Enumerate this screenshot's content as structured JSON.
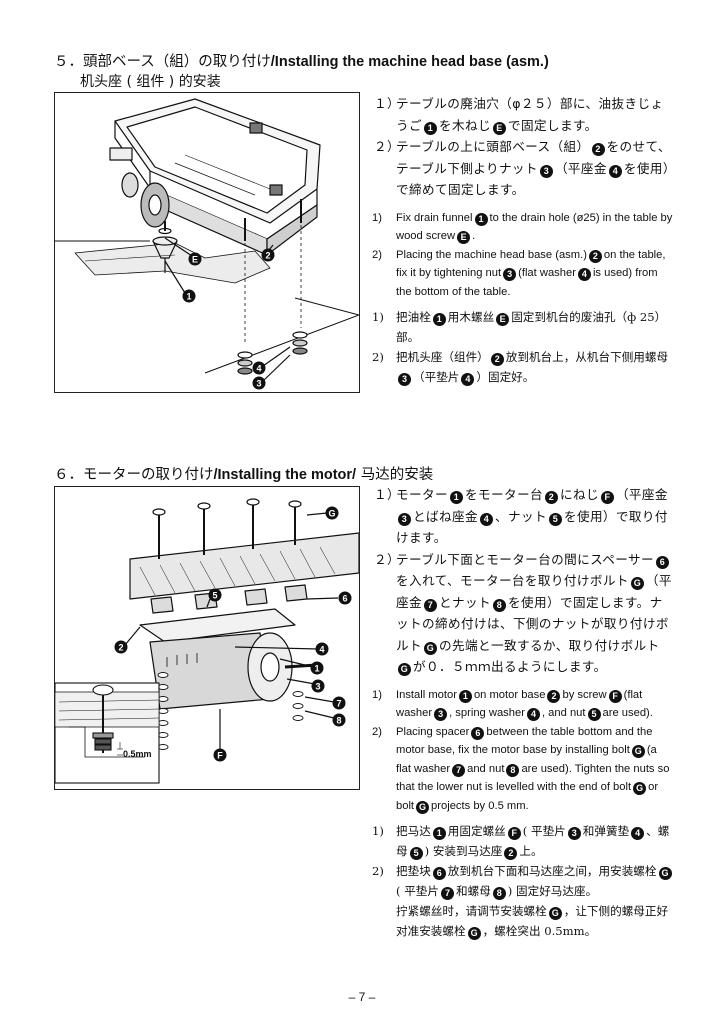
{
  "section5": {
    "title_jp": "５．頭部ベース（組）の取り付け",
    "title_en": "/Installing the machine head base (asm.)",
    "title_cn": "机头座 ( 组件 ) 的安装",
    "jp": {
      "i1_num": "１）",
      "i1_a": "テーブルの廃油穴（φ２５）部に、油抜きじょうご",
      "i1_b": "を木ねじ",
      "i1_c": "で固定します。",
      "i2_num": "２）",
      "i2_a": "テーブルの上に頭部ベース（組）",
      "i2_b": "をのせて、テーブル下側よりナット",
      "i2_c": "（平座金",
      "i2_d": "を使用）で締めて固定します。"
    },
    "en": {
      "i1_num": "1)",
      "i1_a": "Fix drain funnel",
      "i1_b": "to the drain hole (ø25) in the table by wood screw",
      "i1_c": ".",
      "i2_num": "2)",
      "i2_a": "Placing the machine head base (asm.)",
      "i2_b": "on the table, fix it by tightening nut",
      "i2_c": "(flat washer",
      "i2_d": "is used) from the bottom of the table."
    },
    "cn": {
      "i1_num": "1)",
      "i1_a": "把油栓",
      "i1_b": "用木螺丝",
      "i1_c": "固定到机台的废油孔（ф 25）部。",
      "i2_num": "2)",
      "i2_a": "把机头座（组件）",
      "i2_b": "放到机台上，从机台下侧用螺母",
      "i2_c": "（平垫片",
      "i2_d": "）固定好。"
    },
    "figure_labels": {
      "l1": "1",
      "l2": "2",
      "l3": "3",
      "l4": "4",
      "lE": "E"
    }
  },
  "section6": {
    "title_jp": "６．モーターの取り付け",
    "title_en": "/Installing the motor/",
    "title_cn": " 马达的安装",
    "jp": {
      "i1_num": "１）",
      "i1_a": "モーター",
      "i1_b": "をモーター台",
      "i1_c": "にねじ",
      "i1_d": "（平座金",
      "i1_e": "とばね座金",
      "i1_f": "、ナット",
      "i1_g": "を使用）で取り付けます。",
      "i2_num": "２）",
      "i2_a": "テーブル下面とモーター台の間にスペーサー",
      "i2_b": "を入れて、モーター台を取り付けボルト",
      "i2_c": "（平座金",
      "i2_d": "とナット",
      "i2_e": "を使用）で固定します。ナットの締め付けは、下側のナットが取り付けボルト",
      "i2_f": "の先端と一致するか、取り付けボルト",
      "i2_g": "が０．５ｍｍ出るようにします。"
    },
    "en": {
      "i1_num": "1)",
      "i1_a": "Install motor",
      "i1_b": "on motor base",
      "i1_c": "by screw",
      "i1_d": "(flat washer",
      "i1_e": ", spring washer",
      "i1_f": ", and nut",
      "i1_g": "are used).",
      "i2_num": "2)",
      "i2_a": "Placing spacer",
      "i2_b": "between the table bottom and the motor base, fix the motor base by installing bolt",
      "i2_c": "(a flat washer",
      "i2_d": "and nut",
      "i2_e": "are used). Tighten the nuts so that the lower nut is levelled with the end of bolt",
      "i2_f": "or bolt",
      "i2_g": "projects by 0.5 mm."
    },
    "cn": {
      "i1_num": "1)",
      "i1_a": "把马达",
      "i1_b": "用固定螺丝",
      "i1_c": "( 平垫片",
      "i1_d": "和弹簧垫",
      "i1_e": "、螺母",
      "i1_f": ") 安装到马达座",
      "i1_g": "上。",
      "i2_num": "2)",
      "i2_a": "把垫块",
      "i2_b": "放到机台下面和马达座之间，用安装螺栓",
      "i2_c": "( 平垫片",
      "i2_d": "和螺母",
      "i2_e": ") 固定好马达座。",
      "i2_f": "拧紧螺丝时，请调节安装螺栓",
      "i2_g": "，让下侧的螺母正好对准安装螺栓",
      "i2_h": "，螺栓突出 0.5mm。"
    },
    "figure_labels": {
      "l1": "1",
      "l2": "2",
      "l3": "3",
      "l4": "4",
      "l5": "5",
      "l6": "6",
      "l7": "7",
      "l8": "8",
      "lF": "F",
      "lG": "G",
      "mm": "0.5mm"
    }
  },
  "symbols": {
    "n1": "1",
    "n2": "2",
    "n3": "3",
    "n4": "4",
    "n5": "5",
    "n6": "6",
    "n7": "7",
    "n8": "8",
    "E": "E",
    "F": "F",
    "G": "G"
  },
  "footer": {
    "page": "– 7 –"
  }
}
